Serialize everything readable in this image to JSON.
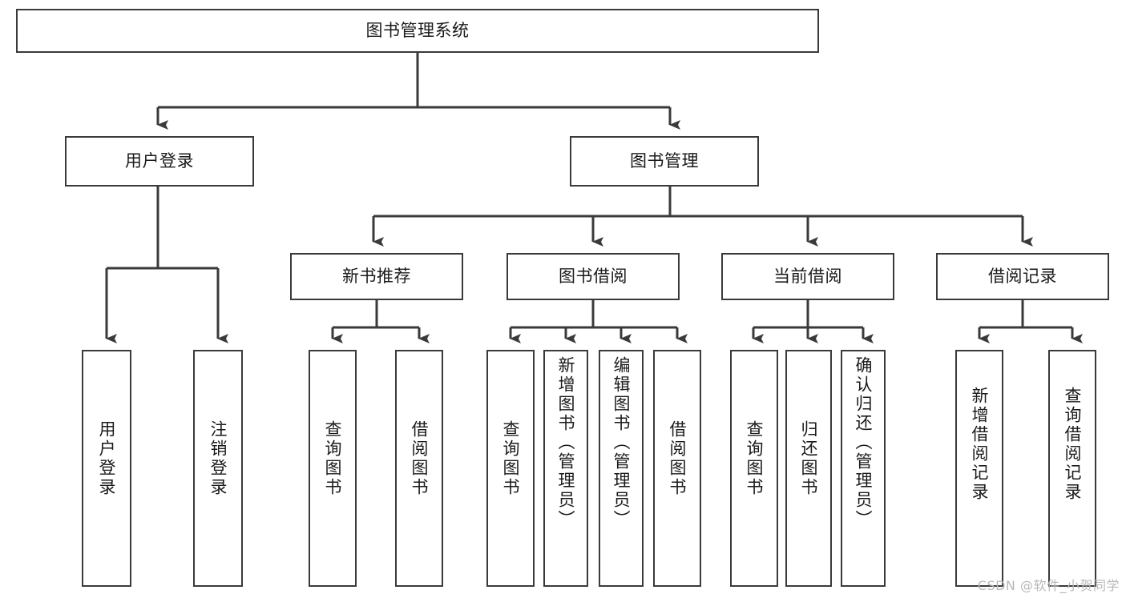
{
  "diagram": {
    "type": "hierarchy-tree",
    "title": "图书管理系统",
    "nodes": {
      "root": {
        "label": "图书管理系统"
      },
      "l2": [
        {
          "id": "user-login",
          "label": "用户登录"
        },
        {
          "id": "book-manage",
          "label": "图书管理"
        }
      ],
      "l3": [
        {
          "id": "new-book-recommend",
          "label": "新书推荐"
        },
        {
          "id": "book-borrow",
          "label": "图书借阅"
        },
        {
          "id": "current-borrow",
          "label": "当前借阅"
        },
        {
          "id": "borrow-record",
          "label": "借阅记录"
        }
      ],
      "leaves": [
        {
          "id": "leaf-user-login",
          "label": "用户登录",
          "parent": "user-login"
        },
        {
          "id": "leaf-logout-login",
          "label": "注销登录",
          "parent": "user-login"
        },
        {
          "id": "leaf-query-book-1",
          "label": "查询图书",
          "parent": "new-book-recommend"
        },
        {
          "id": "leaf-borrow-book-1",
          "label": "借阅图书",
          "parent": "new-book-recommend"
        },
        {
          "id": "leaf-query-book-2",
          "label": "查询图书",
          "parent": "book-borrow"
        },
        {
          "id": "leaf-add-book",
          "label": "新增图书（管理员）",
          "parent": "book-borrow"
        },
        {
          "id": "leaf-edit-book",
          "label": "编辑图书（管理员）",
          "parent": "book-borrow"
        },
        {
          "id": "leaf-borrow-book-2",
          "label": "借阅图书",
          "parent": "book-borrow"
        },
        {
          "id": "leaf-query-book-3",
          "label": "查询图书",
          "parent": "current-borrow"
        },
        {
          "id": "leaf-return-book",
          "label": "归还图书",
          "parent": "current-borrow"
        },
        {
          "id": "leaf-confirm-return",
          "label": "确认归还（管理员）",
          "parent": "current-borrow"
        },
        {
          "id": "leaf-add-record",
          "label": "新增借阅记录",
          "parent": "borrow-record"
        },
        {
          "id": "leaf-query-record",
          "label": "查询借阅记录",
          "parent": "borrow-record"
        }
      ]
    },
    "colors": {
      "stroke": "#3a3a3a",
      "fill": "#ffffff",
      "text": "#1a1a1a",
      "watermark": "#b8b8b8"
    }
  },
  "watermark": {
    "text": "CSDN @软件_小贺同学"
  }
}
